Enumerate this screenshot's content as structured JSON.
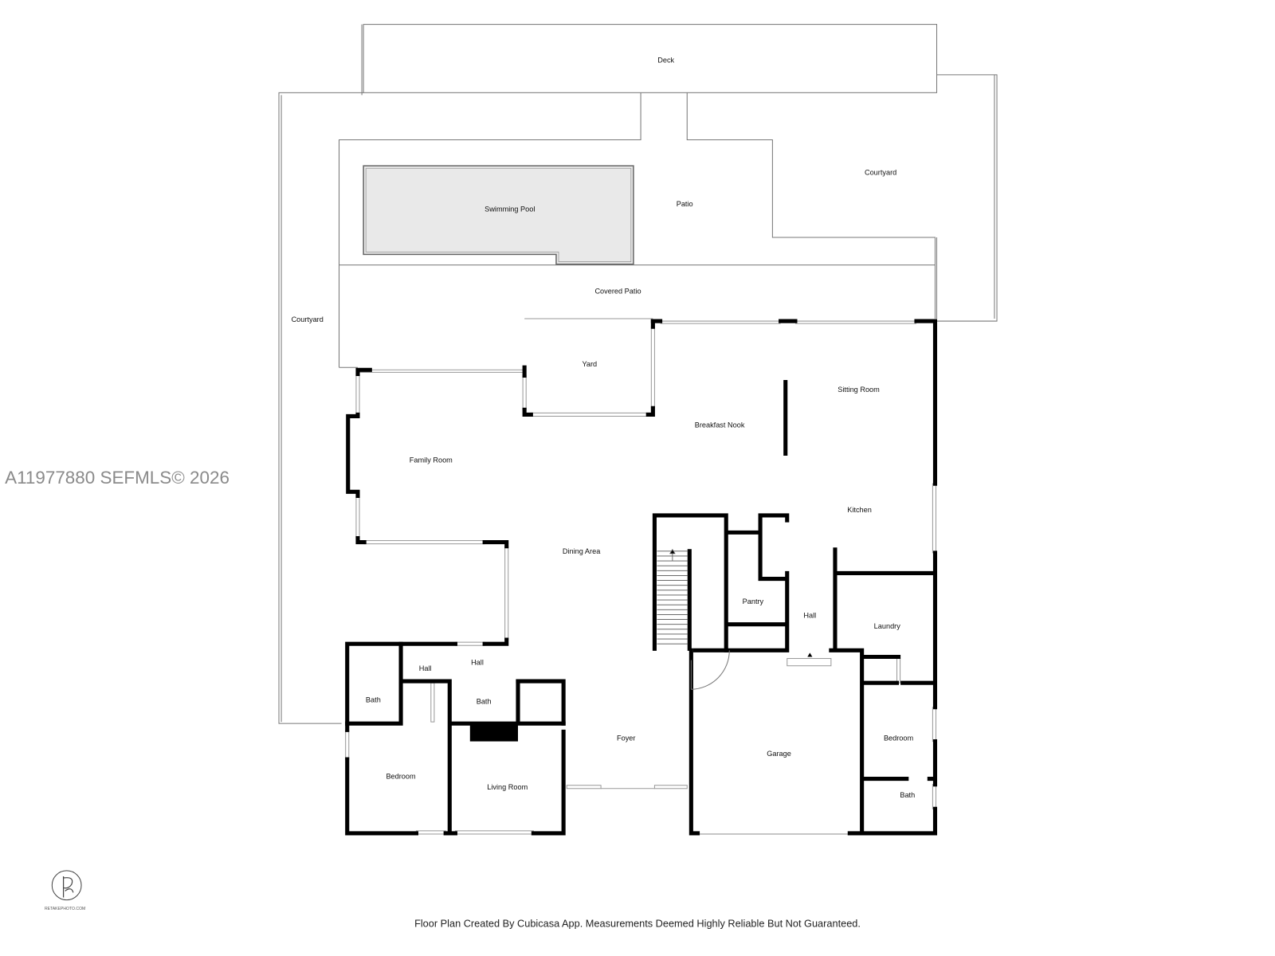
{
  "watermark": "A11977880  SEFMLS© 2026",
  "footer": "Floor Plan Created By Cubicasa App. Measurements Deemed Highly Reliable But Not Guaranteed.",
  "logo": {
    "text": "RETAKEPHOTO.COM"
  },
  "rooms": {
    "deck": "Deck",
    "courtyard_right": "Courtyard",
    "swimming_pool": "Swimming Pool",
    "patio": "Patio",
    "covered_patio": "Covered Patio",
    "courtyard_left": "Courtyard",
    "yard": "Yard",
    "sitting_room": "Sitting Room",
    "breakfast_nook": "Breakfast Nook",
    "family_room": "Family Room",
    "kitchen": "Kitchen",
    "dining_area": "Dining Area",
    "pantry": "Pantry",
    "hall_center": "Hall",
    "laundry": "Laundry",
    "hall_left": "Hall",
    "hall_left2": "Hall",
    "bath_left": "Bath",
    "bath_mid": "Bath",
    "foyer": "Foyer",
    "garage": "Garage",
    "bedroom_right": "Bedroom",
    "bedroom_left": "Bedroom",
    "living_room": "Living Room",
    "bath_right": "Bath"
  },
  "colors": {
    "wall": "#000000",
    "outline": "#777777",
    "pool_fill": "#e9e9e9",
    "watermark": "#8a8a8a"
  }
}
